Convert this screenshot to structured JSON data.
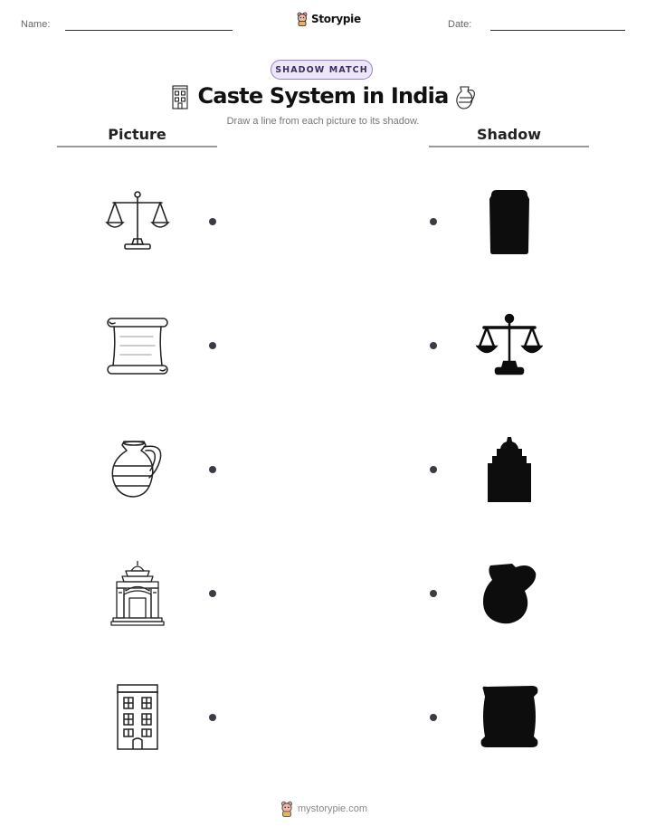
{
  "header": {
    "name_label": "Name:",
    "date_label": "Date:",
    "brand": "Storypie"
  },
  "badge": "SHADOW MATCH",
  "title": "Caste System in India",
  "subtitle": "Draw a line from each picture to its shadow.",
  "columns": {
    "left": "Picture",
    "right": "Shadow"
  },
  "pictures": [
    "scale-icon",
    "scroll-icon",
    "jug-icon",
    "temple-icon",
    "building-icon"
  ],
  "shadows": [
    "building-shadow",
    "scale-shadow",
    "temple-shadow",
    "jug-shadow",
    "scroll-shadow"
  ],
  "footer": "mystorypie.com",
  "colors": {
    "badge_bg": "#ece6f8",
    "badge_border": "#9a7fd0",
    "dot": "#3b3b45",
    "shadow_fill": "#0d0d0d"
  }
}
